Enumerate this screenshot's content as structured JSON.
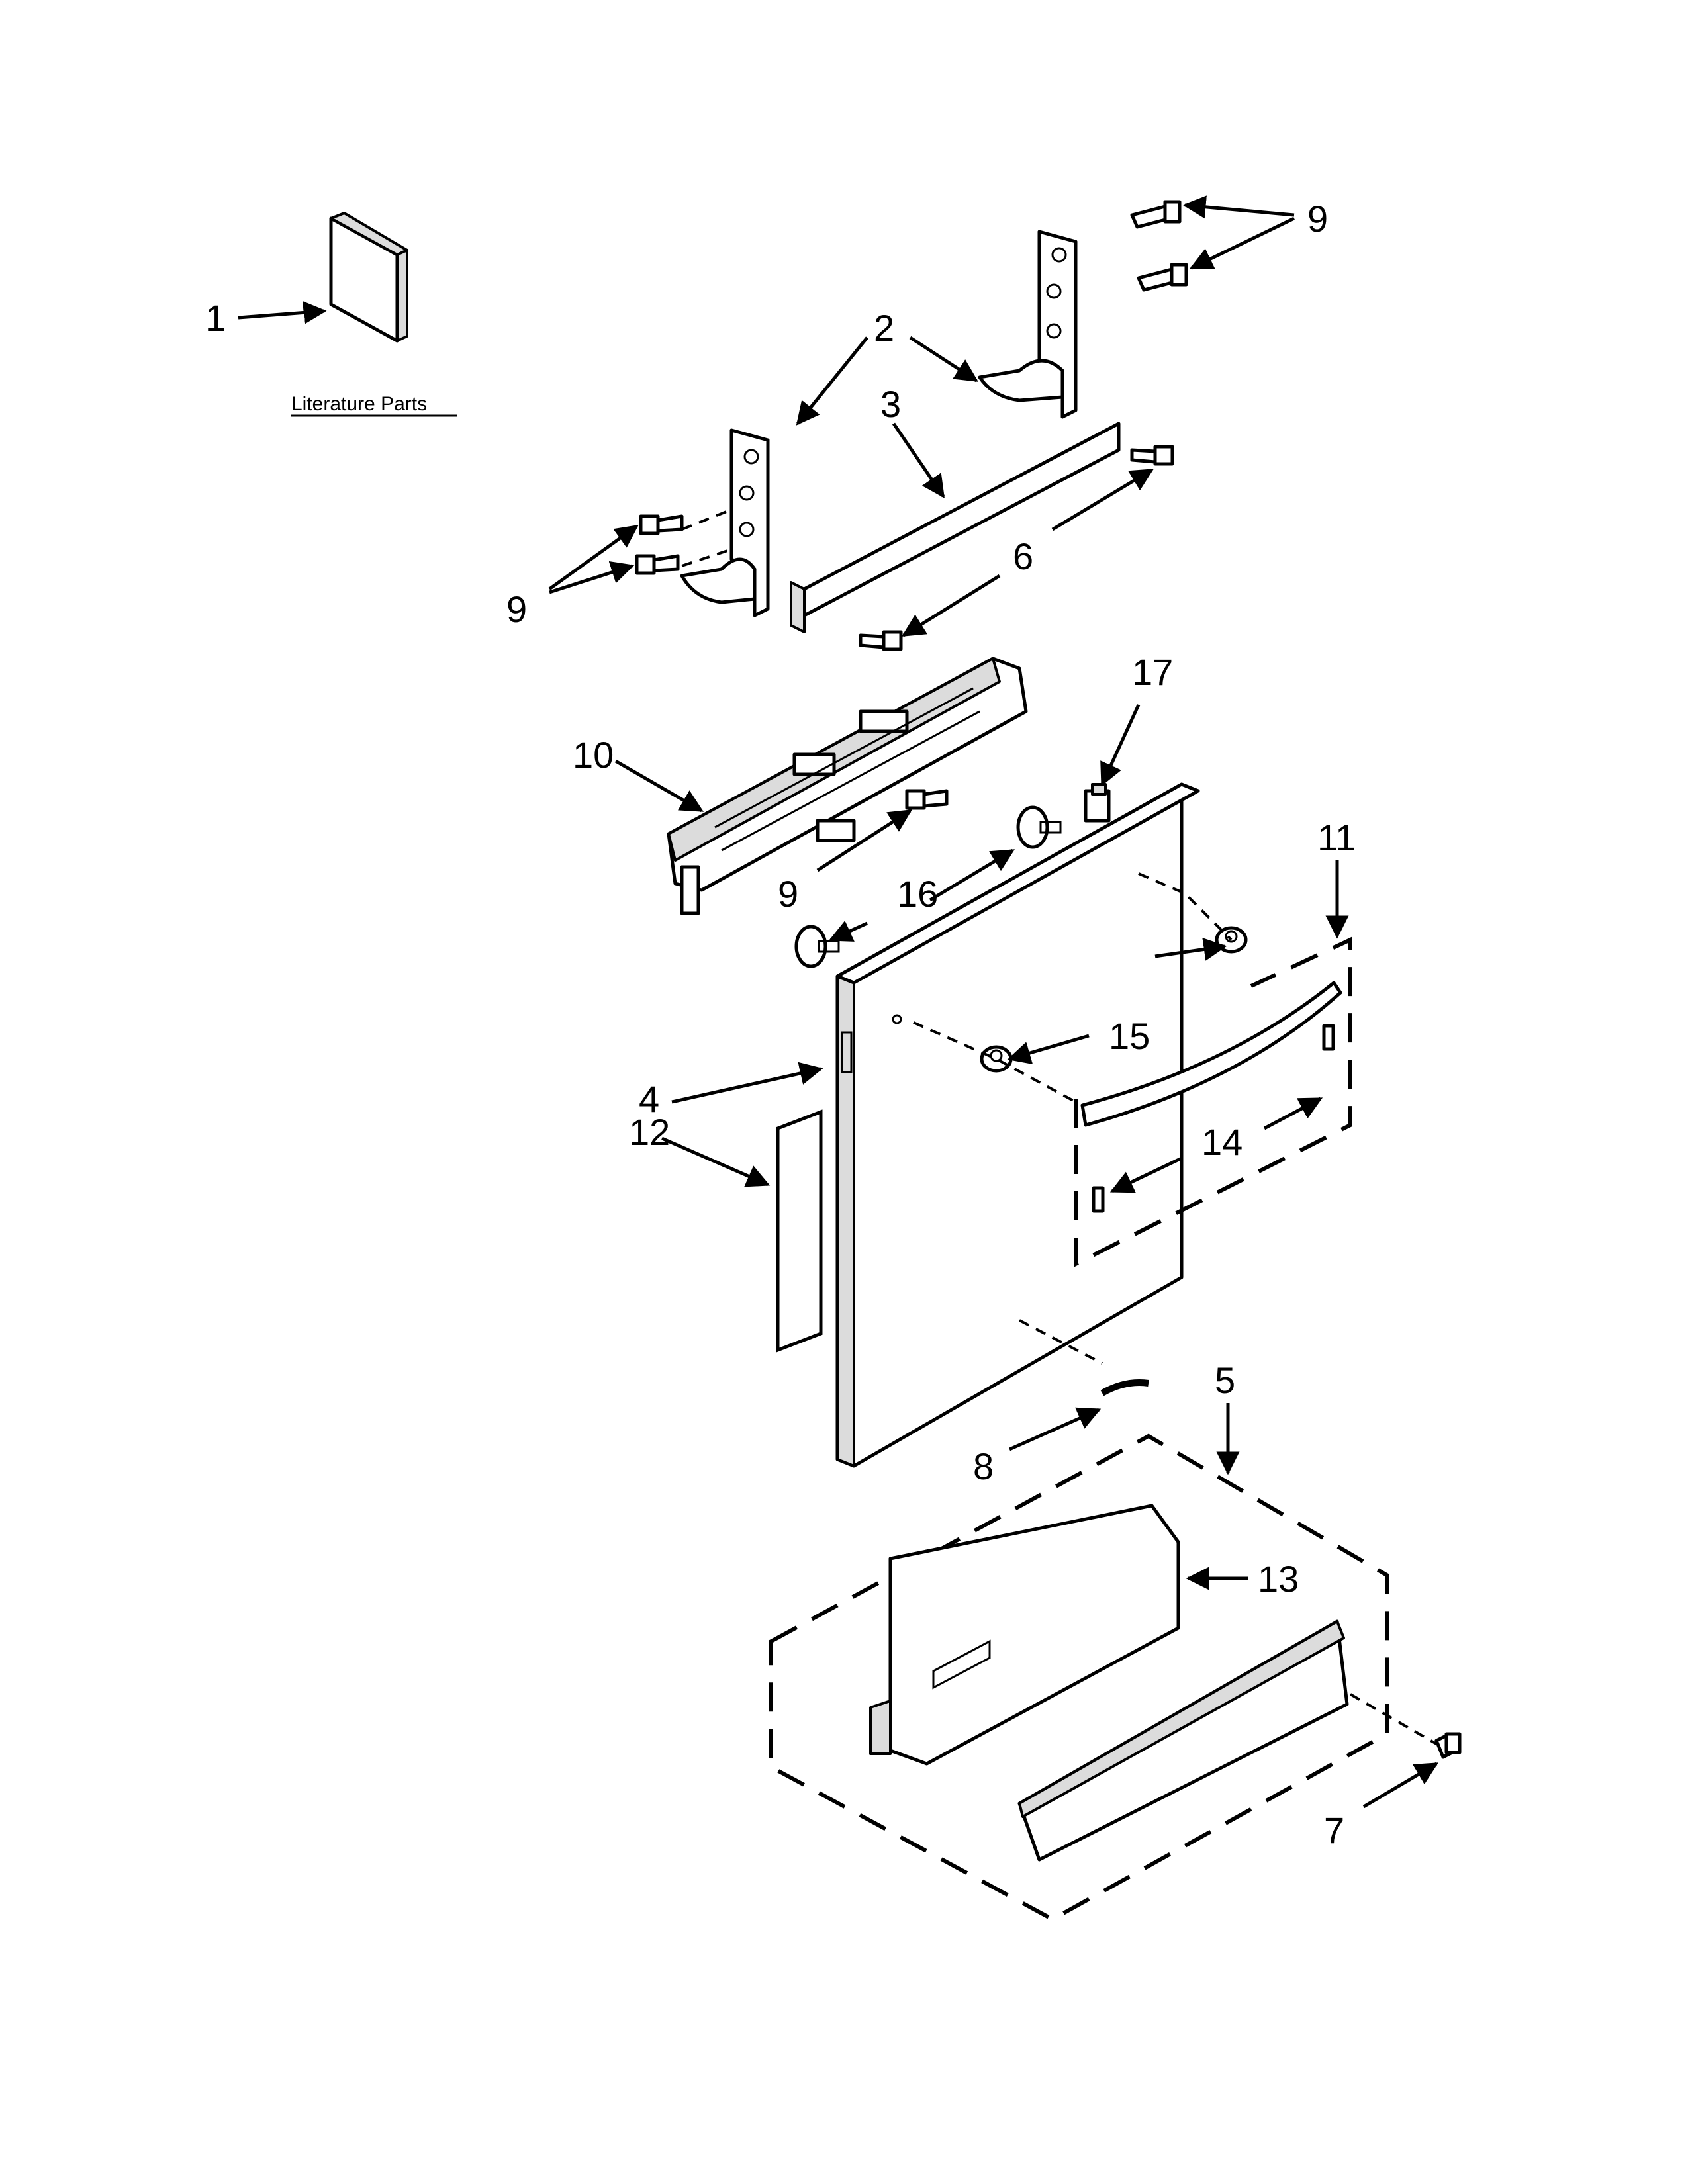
{
  "diagram": {
    "literature_label": "Literature Parts",
    "callouts": [
      {
        "id": "1",
        "text": "1"
      },
      {
        "id": "2",
        "text": "2"
      },
      {
        "id": "3",
        "text": "3"
      },
      {
        "id": "4",
        "text": "4"
      },
      {
        "id": "5",
        "text": "5"
      },
      {
        "id": "6",
        "text": "6"
      },
      {
        "id": "7",
        "text": "7"
      },
      {
        "id": "8",
        "text": "8"
      },
      {
        "id": "9a",
        "text": "9"
      },
      {
        "id": "9b",
        "text": "9"
      },
      {
        "id": "9c",
        "text": "9"
      },
      {
        "id": "10",
        "text": "10"
      },
      {
        "id": "11",
        "text": "11"
      },
      {
        "id": "12",
        "text": "12"
      },
      {
        "id": "13",
        "text": "13"
      },
      {
        "id": "14",
        "text": "14"
      },
      {
        "id": "15",
        "text": "15"
      },
      {
        "id": "16",
        "text": "16"
      },
      {
        "id": "17",
        "text": "17"
      }
    ]
  }
}
